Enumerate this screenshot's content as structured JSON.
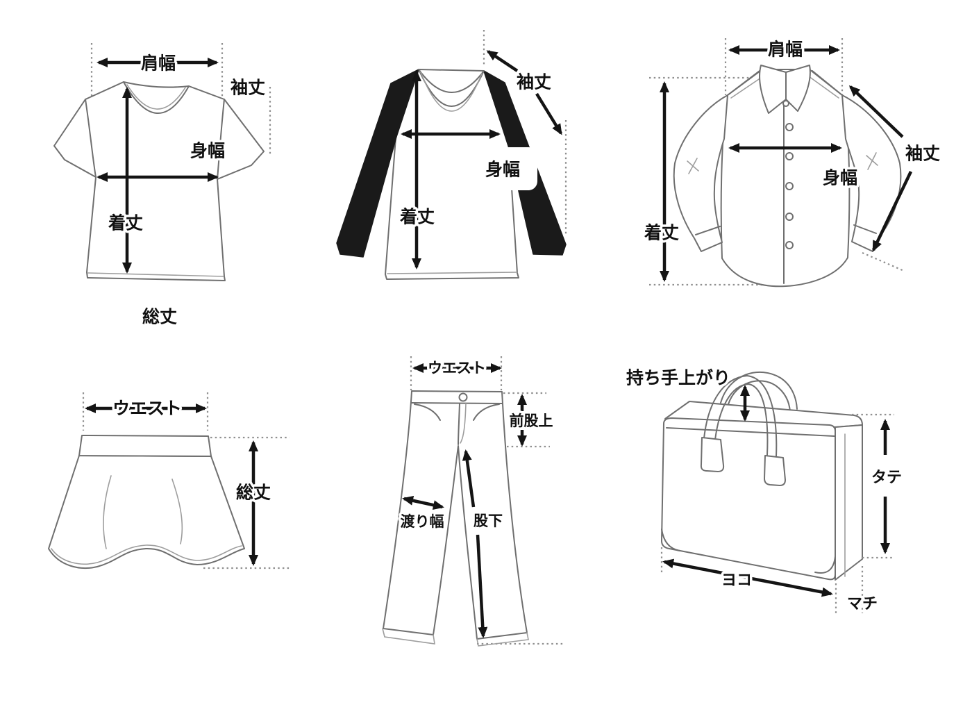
{
  "colors": {
    "background": "#ffffff",
    "line_art": "#6f6f6f",
    "arrow": "#141414",
    "dotted_guide": "#8f8f8f",
    "raglan_sleeve_fill": "#1a1a1a",
    "label_text": "#101010"
  },
  "diagrams": {
    "tshirt": {
      "labels": {
        "shoulder_width": "肩幅",
        "sleeve_length": "袖丈",
        "body_width": "身幅",
        "length": "着丈",
        "total_length": "総丈"
      }
    },
    "raglan_shirt": {
      "labels": {
        "sleeve_length": "袖丈",
        "body_width": "身幅",
        "length": "着丈"
      }
    },
    "dress_shirt": {
      "labels": {
        "shoulder_width": "肩幅",
        "sleeve_length": "袖丈",
        "body_width": "身幅",
        "length": "着丈"
      }
    },
    "skirt": {
      "labels": {
        "waist": "ウエスト",
        "total_length": "総丈"
      }
    },
    "pants": {
      "labels": {
        "waist": "ウエスト",
        "front_rise": "前股上",
        "thigh_width": "渡り幅",
        "inseam": "股下"
      }
    },
    "bag": {
      "labels": {
        "handle_rise": "持ち手上がり",
        "height": "タテ",
        "width": "ヨコ",
        "gusset_depth": "マチ"
      }
    }
  }
}
